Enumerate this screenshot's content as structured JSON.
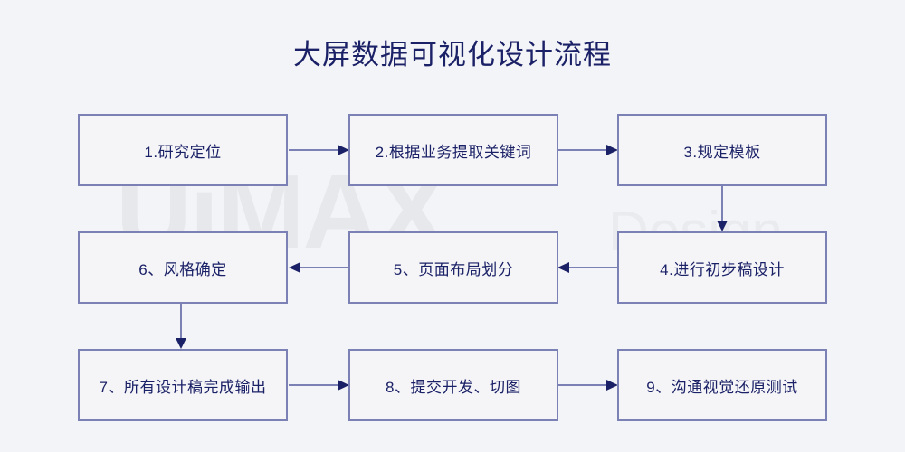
{
  "page": {
    "background_color": "#f3f4f7",
    "title": "大屏数据可视化设计流程",
    "title_color": "#1b2166"
  },
  "watermark": {
    "main_text": "UiMAX",
    "sub_text": "Design",
    "color": "#e7e8ec",
    "accent_dot_color": "#e2f0ed"
  },
  "flowchart": {
    "type": "flowchart",
    "box_border_color": "#7b80b5",
    "box_fill_color": "#f5f5f8",
    "arrow_line_color": "#7b80b5",
    "arrow_head_color": "#1b2166",
    "text_color": "#1b2166",
    "nodes": [
      {
        "id": 1,
        "label": "1.研究定位",
        "row": 1,
        "col": 1
      },
      {
        "id": 2,
        "label": "2.根据业务提取关键词",
        "row": 1,
        "col": 2
      },
      {
        "id": 3,
        "label": "3.规定模板",
        "row": 1,
        "col": 3
      },
      {
        "id": 4,
        "label": "4.进行初步稿设计",
        "row": 2,
        "col": 3
      },
      {
        "id": 5,
        "label": "5、页面布局划分",
        "row": 2,
        "col": 2
      },
      {
        "id": 6,
        "label": "6、风格确定",
        "row": 2,
        "col": 1
      },
      {
        "id": 7,
        "label": "7、所有设计稿完成输出",
        "row": 3,
        "col": 1
      },
      {
        "id": 8,
        "label": "8、提交开发、切图",
        "row": 3,
        "col": 2
      },
      {
        "id": 9,
        "label": "9、沟通视觉还原测试",
        "row": 3,
        "col": 3
      }
    ],
    "edges": [
      {
        "from": 1,
        "to": 2,
        "direction": "right"
      },
      {
        "from": 2,
        "to": 3,
        "direction": "right"
      },
      {
        "from": 3,
        "to": 4,
        "direction": "down"
      },
      {
        "from": 4,
        "to": 5,
        "direction": "left"
      },
      {
        "from": 5,
        "to": 6,
        "direction": "left"
      },
      {
        "from": 6,
        "to": 7,
        "direction": "down"
      },
      {
        "from": 7,
        "to": 8,
        "direction": "right"
      },
      {
        "from": 8,
        "to": 9,
        "direction": "right"
      }
    ]
  }
}
